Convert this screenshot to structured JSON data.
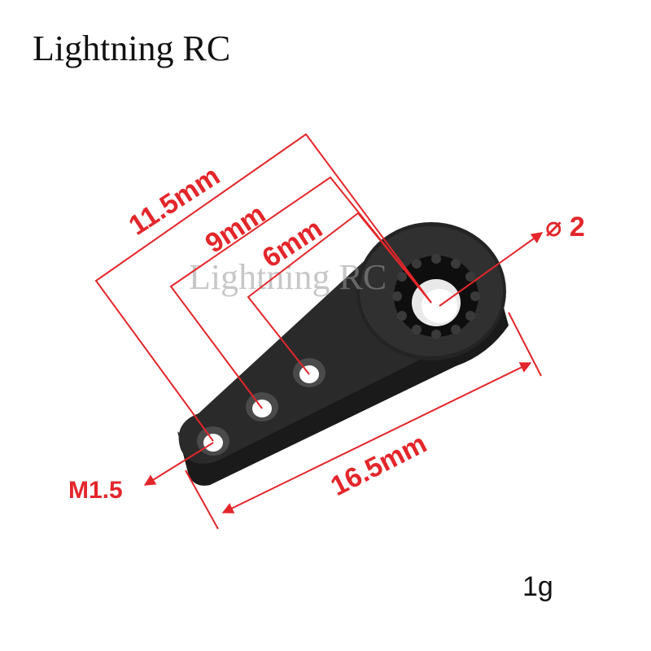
{
  "brand": "Lightning RC",
  "watermark": "Lightning RC",
  "weight": "1g",
  "dimensions": {
    "hole_to_center_outer": "11.5mm",
    "hole_to_center_middle": "9mm",
    "hole_to_center_inner": "6mm",
    "total_length": "16.5mm",
    "bore_diameter": "⌀ 2",
    "screw_thread": "M1.5"
  },
  "colors": {
    "dimension_red": "#e3262b",
    "part_black": "#111111"
  }
}
